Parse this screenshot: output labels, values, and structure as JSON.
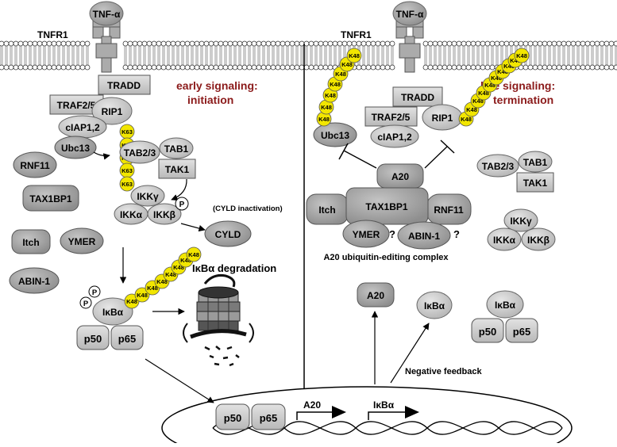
{
  "receptor": {
    "ligand": "TNF-α",
    "name": "TNFR1"
  },
  "early": {
    "title_line1": "early signaling:",
    "title_line2": "initiation",
    "tradd": "TRADD",
    "traf": "TRAF2/5",
    "rip1": "RIP1",
    "ciap": "cIAP1,2",
    "ubc13": "Ubc13",
    "chain_label": "K63",
    "tab23": "TAB2/3",
    "tab1": "TAB1",
    "tak1": "TAK1",
    "ikkg": "IKKγ",
    "ikka": "IKKα",
    "ikkb": "IKKβ",
    "phospho": "P",
    "cyld_inactivation": "(CYLD inactivation)",
    "cyld": "CYLD",
    "rnf11": "RNF11",
    "tax1bp1": "TAX1BP1",
    "itch": "Itch",
    "ymer": "YMER",
    "abin1": "ABIN-1",
    "ikba": "IκBα",
    "k48": "K48",
    "p50": "p50",
    "p65": "p65",
    "degradation": "IκBα degradation"
  },
  "late": {
    "title_line1": "late signaling:",
    "title_line2": "termination",
    "tradd": "TRADD",
    "traf": "TRAF2/5",
    "rip1": "RIP1",
    "ciap": "cIAP1,2",
    "ubc13": "Ubc13",
    "k48": "K48",
    "a20": "A20",
    "tax1bp1": "TAX1BP1",
    "itch": "Itch",
    "rnf11": "RNF11",
    "ymer": "YMER",
    "abin1": "ABIN-1",
    "question": "?",
    "complex_label": "A20 ubiquitin-editing complex",
    "tab23": "TAB2/3",
    "tab1": "TAB1",
    "tak1": "TAK1",
    "ikkg": "IKKγ",
    "ikka": "IKKα",
    "ikkb": "IKKβ",
    "a20_product": "A20",
    "ikba_product": "IκBα",
    "ikba": "IκBα",
    "p50": "p50",
    "p65": "p65",
    "negative_feedback": "Negative feedback"
  },
  "nucleus": {
    "p50": "p50",
    "p65": "p65",
    "gene1": "A20",
    "gene2": "IκBα"
  },
  "colors": {
    "protein_fill": "#c8c8c8",
    "protein_dark": "#a8a8a8",
    "ubiquitin": "#f2e600",
    "title_red": "#8b1a1a"
  }
}
